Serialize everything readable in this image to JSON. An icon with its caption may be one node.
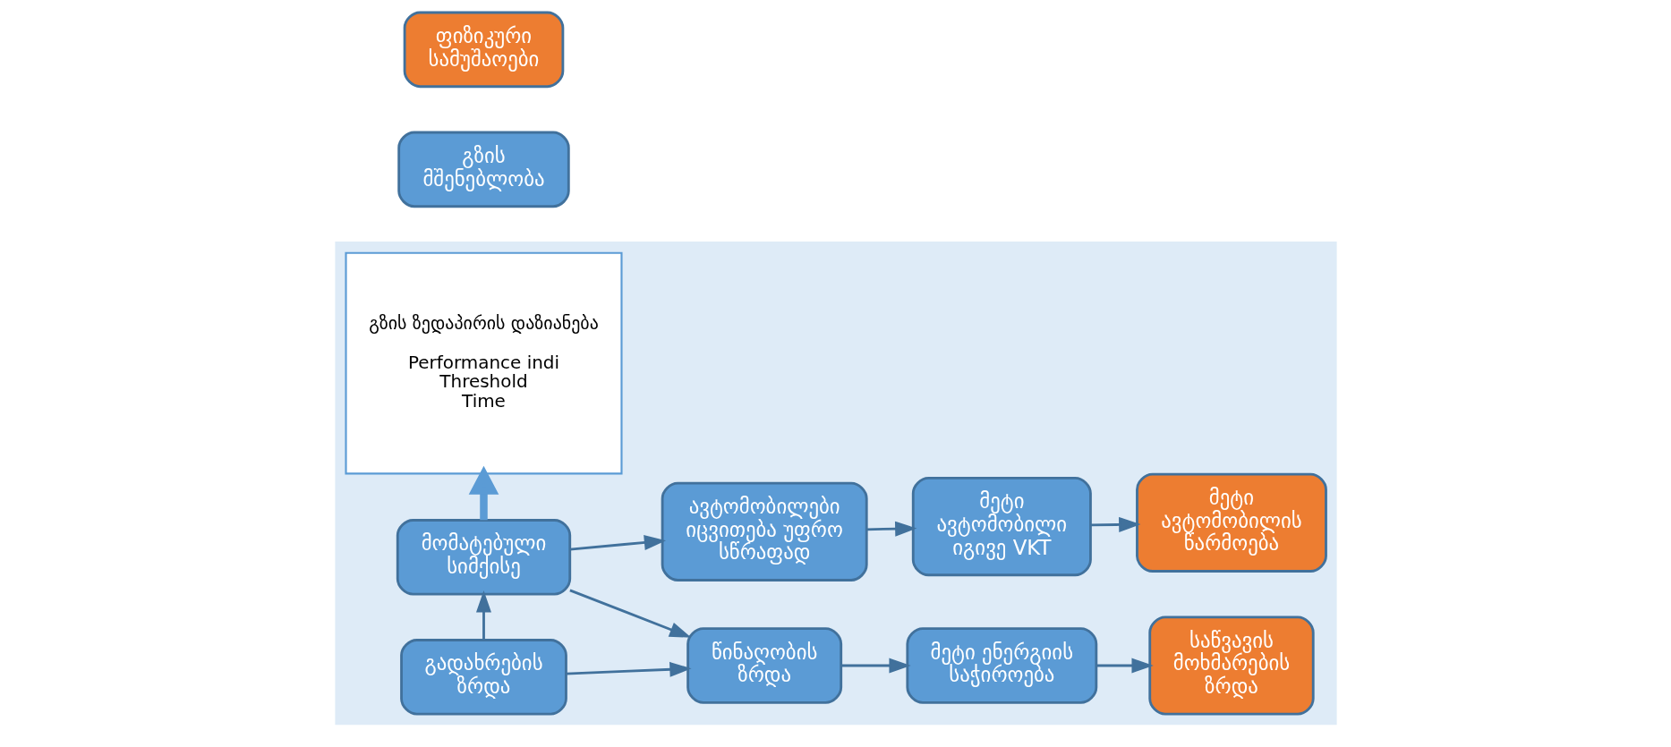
{
  "diagram": {
    "nodes": [
      {
        "text": [],
        "shape": "arrow"
      },
      {
        "text": [
          "გზის მშენებლობა"
        ]
      },
      {
        "text": [
          "გზის ზედაპირის დაზიანება",
          "Performance indi",
          "Threshold",
          "Time"
        ],
        "in": 0
      },
      {
        "text": [
          "გადახრების ზრდა"
        ],
        "in": 0
      },
      {
        "text": [
          "წინაღობის ზრდა"
        ],
        "in": 0
      },
      {
        "text": [
          "მეტი ენერგიის საჭიროება"
        ],
        "in": 0
      },
      {
        "text": [
          "საწვავის მოხმარების ზრდა"
        ],
        "in": 0
      },
      {
        "text": [
          "მომატებული სიმქისე"
        ],
        "in": 0
      },
      {
        "text": [
          "ავტომობილები იცვითება უფრო სწრაფად"
        ],
        "in": 0
      },
      {
        "text": [
          "მეტი ავტომობილი იგივე VKT"
        ],
        "in": 0
      },
      {
        "text": [
          "მეტი ავტომობილის წარმოება"
        ],
        "in": 0
      },
      {
        "text": [
          "ფიზიკური სამუშაოები"
        ]
      }
    ],
    "edges": [
      {
        "from": 3,
        "to": 4,
        "arrow": "to"
      },
      {
        "from": 4,
        "to": 5,
        "arrow": "to"
      },
      {
        "from": 5,
        "to": 6,
        "arrow": "to"
      },
      {
        "from": 3,
        "to": 7,
        "arrow": "to"
      },
      {
        "from": 7,
        "to": 4,
        "arrow": "to"
      },
      {
        "from": 7,
        "to": 8,
        "arrow": "to"
      },
      {
        "from": 8,
        "to": 9,
        "arrow": "to"
      },
      {
        "from": 9,
        "to": 10,
        "arrow": "to"
      },
      {
        "from": 7,
        "to": 2,
        "arrow": "to",
        "style": "thick",
        "color": "#5b9bd5"
      }
    ]
  }
}
